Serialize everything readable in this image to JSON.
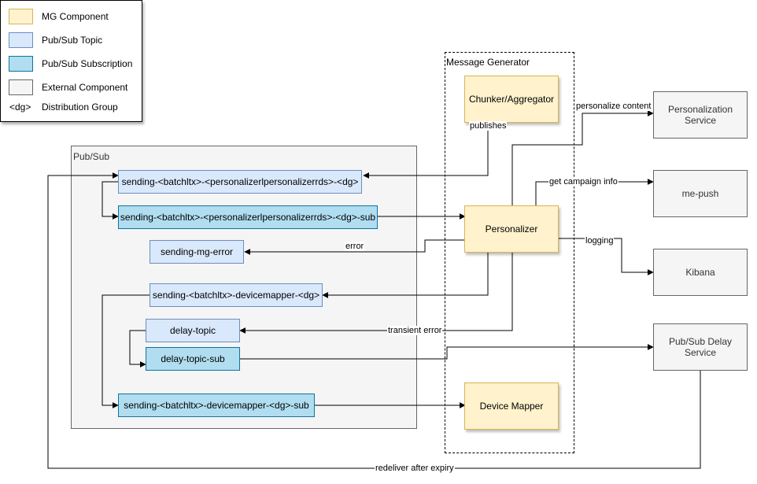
{
  "legend": {
    "items": [
      {
        "label": "MG Component"
      },
      {
        "label": "Pub/Sub Topic"
      },
      {
        "label": "Pub/Sub Subscription"
      },
      {
        "label": "External Component"
      }
    ],
    "dg_key": "<dg>",
    "dg_label": "Distribution Group"
  },
  "groups": {
    "pubsub": "Pub/Sub",
    "message_generator": "Message Generator"
  },
  "nodes": {
    "chunker": "Chunker/Aggregator",
    "personalizer": "Personalizer",
    "device_mapper": "Device Mapper",
    "topic_personalizer": "sending-<batchltx>-<personalizerlpersonalizerrds>-<dg>",
    "sub_personalizer": "sending-<batchltx>-<personalizerlpersonalizerrds>-<dg>-sub",
    "topic_mg_error": "sending-mg-error",
    "topic_devicemapper": "sending-<batchltx>-devicemapper-<dg>",
    "topic_delay": "delay-topic",
    "sub_delay": "delay-topic-sub",
    "sub_devicemapper": "sending-<batchltx>-devicemapper-<dg>-sub",
    "personalization_service": "Personalization Service",
    "me_push": "me-push",
    "kibana": "Kibana",
    "delay_service": "Pub/Sub Delay Service"
  },
  "edges": {
    "publishes": "publishes",
    "personalize_content": "personalize content",
    "get_campaign_info": "get campaign info",
    "logging": "logging",
    "error": "error",
    "transient_error": "transient error",
    "redeliver": "redeliver after expiry"
  },
  "colors": {
    "mg_fill": "#fff2cc",
    "mg_stroke": "#d6b656",
    "topic_fill": "#dae8fc",
    "topic_stroke": "#6c8ebf",
    "sub_fill": "#b1ddf0",
    "sub_stroke": "#10739e",
    "ext_fill": "#f5f5f5",
    "ext_stroke": "#666666"
  }
}
